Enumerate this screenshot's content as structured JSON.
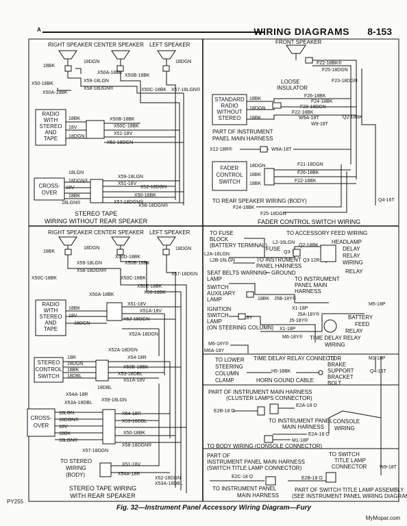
{
  "header": {
    "title": "WIRING DIAGRAMS",
    "page": "8-153",
    "mark": "A"
  },
  "caption": "Fig. 32—Instrument Panel Accessory Wiring Diagram—Fury",
  "code": "PY255",
  "watermark": "MyMopar.com",
  "panel_a": {
    "speakers": [
      "RIGHT SPEAKER",
      "CENTER SPEAKER",
      "LEFT SPEAKER"
    ],
    "wires_top": [
      "18BK",
      "18DGN",
      "18DGN",
      "X50A-18BK",
      "X50B-18BK",
      "X59-18LGN",
      "X50-18BK",
      "X50A-18BK",
      "X58-18DGN®",
      "X50C-18BK",
      "X57-18LGN®"
    ],
    "radio": [
      "RADIO",
      "WITH",
      "STEREO",
      "AND",
      "TAPE"
    ],
    "radio_wires": [
      "X50B-18BK",
      "X50C-18BK",
      "X51-18V",
      "X52-18DGN",
      "18BK",
      "18V",
      "18DGN"
    ],
    "crossover": [
      "CROSS-",
      "OVER"
    ],
    "crossover_wires": [
      "18LGN",
      "18DGN®",
      "18V",
      "18BK",
      "18LGN®",
      "X59-18LGN",
      "X51-18V",
      "X52-18DGN",
      "X50-18BK",
      "X57-18DGN®",
      "X58-18DGN®"
    ],
    "caption": [
      "STEREO TAPE",
      "WIRING WITHOUT REAR SPEAKER"
    ]
  },
  "panel_b": {
    "speaker": "FRONT SPEAKER",
    "wires": [
      "F22-18BK®",
      "F25-18DGN",
      "F23-18DGN",
      "F26-18BK",
      "F24-18BK",
      "F23-18DGN",
      "F22-18BK",
      "W9A-18T",
      "W9-18T",
      "Q2-18BK"
    ],
    "radio": [
      "STANDARD",
      "RADIO",
      "WITHOUT",
      "STEREO"
    ],
    "radio_wires": [
      "18BK",
      "18DGN",
      "18BK"
    ],
    "loose": [
      "LOOSE",
      "INSULATOR"
    ],
    "harness": [
      "PART OF INSTRUMENT",
      "PANEL MAIN HARNESS"
    ],
    "harness_wires": [
      "X12-18R®",
      "W9A-18T"
    ],
    "fader": [
      "FADER",
      "CONTROL",
      "SWITCH"
    ],
    "fader_wires": [
      "18DGN",
      "18BK",
      "18BK",
      "F21-18DGN",
      "F26-18BK",
      "F22-18BK",
      "F24-18BK",
      "F25-18DGN"
    ],
    "rear": "TO REAR SPEAKER WIRING (BODY)",
    "q4": "Q4-16T",
    "caption": "FADER CONTROL SWITCH WIRING"
  },
  "panel_c": {
    "speakers": [
      "RIGHT SPEAKER",
      "CENTER SPEAKER",
      "LEFT SPEAKER"
    ],
    "wires_top": [
      "18BK",
      "18DGN",
      "18DGN",
      "X50D-18BK",
      "X59-18LGN",
      "X50B-18BK",
      "X58-18DGN®",
      "X50C-18BK",
      "X50C-18BK",
      "X57-18DGN",
      "X50E-18BK",
      "X50-18BK"
    ],
    "radio": [
      "RADIO",
      "WITH",
      "STEREO",
      "AND",
      "TAPE"
    ],
    "radio_wires": [
      "X50A-18BK",
      "18BK",
      "18V",
      "18DGN",
      "X51-18V",
      "X51A-18V",
      "X52-18DGN",
      "X52A-18DGN"
    ],
    "stereo": [
      "STEREO",
      "CONTROL",
      "SWITCH"
    ],
    "stereo_wires": [
      "18R",
      "18DGN",
      "18BK",
      "18DBL",
      "18DBL",
      "X52A-18DGN",
      "X54-18R",
      "X50E-18BK",
      "X53-18DBL",
      "X51A-18V"
    ],
    "crossover": [
      "CROSS-",
      "OVER"
    ],
    "crossover_wires": [
      "X54A-18R",
      "X53A-18DBL",
      "X59-18LGN",
      "18LGN",
      "18DGN®",
      "18V",
      "18BK",
      "18LGN®",
      "X54-18R",
      "X53-18DBL",
      "X50-18BK",
      "X58-18DGN®",
      "X57-18DGN"
    ],
    "stereo_to": [
      "TO STEREO",
      "WIRING",
      "(BODY)"
    ],
    "bottom_wires": [
      "X51-18V",
      "X54A-18R",
      "X52-18DGN",
      "X53A-18DBL"
    ],
    "caption": [
      "STEREO TAPE WIRING",
      "WITH REAR SPEAKER"
    ]
  },
  "panel_d": {
    "fuse": [
      "TO FUSE",
      "BLOCK",
      "(BATTERY TERMINAL)"
    ],
    "feed": "TO ACCESSORY FEED WIRING",
    "feed_wires": [
      "L2-16LGN",
      "Q2-18BK",
      "L2A-16LGN",
      "L2B-16LGN",
      "Q3-12R",
      "Q3-12R"
    ],
    "fuse_lbl": "FUSE",
    "headlamp": [
      "HEADLAMP",
      "DELAY",
      "RELAY",
      "WIRING"
    ],
    "inst_harness": [
      "TO INSTRUMENT",
      "PANEL HARNESS"
    ],
    "relay": "RELAY",
    "ground": "GROUND",
    "seatbelt": "SEAT BELTS WARNING",
    "lamp": "LAMP",
    "switch_aux": [
      "SWITCH",
      "AUXILIARY",
      "LAMP"
    ],
    "ign": [
      "IGNITION",
      "SWITCH",
      "LAMP",
      "(ON STEERING COLUMN)"
    ],
    "ign_wires": [
      "18BK",
      "J5B-18Y®",
      "X1-18P",
      "J5A-18Y®",
      "J5-18Y®",
      "X1-18P",
      "M5-18P",
      "18Y",
      "M6-18Y®",
      "M6A-18Y",
      "M6-18Y®"
    ],
    "inst_main": [
      "TO INSTRUMENT",
      "PANEL MAIN",
      "HARNESS"
    ],
    "batt": [
      "BATTERY",
      "FEED",
      "RELAY"
    ],
    "tdr": [
      "TIME DELAY RELAY",
      "WIRING"
    ],
    "lower": [
      "TO LOWER",
      "STEERING",
      "COLUMN",
      "CLAMP"
    ],
    "tdr_conn": "TIME DELAY RELAY CONNECTOR",
    "h5": "H5-18BK",
    "horn": "HORN GOUND CABLE",
    "brake": [
      "TO",
      "BRAKE",
      "SUPPORT",
      "BRACKET",
      "BOLT"
    ],
    "m1": "M1-18P",
    "q4": "Q4-16T",
    "cluster": [
      "PART OF INSTRUMENT MAIN HARNESS",
      "(CLUSTER LAMPS CONNECTOR)"
    ],
    "e2": [
      "E2B-18 O",
      "E2A-18 O",
      "E2A-18 O",
      "M1-18P"
    ],
    "inst_panel": [
      "TO INSTRUMENT PANEL",
      "MAIN HARNESS"
    ],
    "console": [
      "CONSOLE",
      "WIRING"
    ],
    "body": "TO BODY WIRING (CONSOLE CONNECTOR)",
    "switch_title": [
      "TO SWITCH",
      "TITLE LAMP",
      "CONNECTOR"
    ],
    "w9": "W9-18T",
    "part": [
      "PART OF",
      "INSTRUMENT PANEL MAIN HARNESS",
      "(SWITCH TITLE LAMP CONNECTOR)"
    ],
    "e2c": [
      "E2C-18 O",
      "E2B-18 O"
    ],
    "inst_panel2": [
      "TO INSTRUMENT PANEL",
      "MAIN HARNESS"
    ],
    "assy": [
      "PART OF SWITCH TITLE LAMP ASSEMBLY",
      "(SEE INSTRUMENT PANEL WIRING DIAGRAM)"
    ]
  }
}
